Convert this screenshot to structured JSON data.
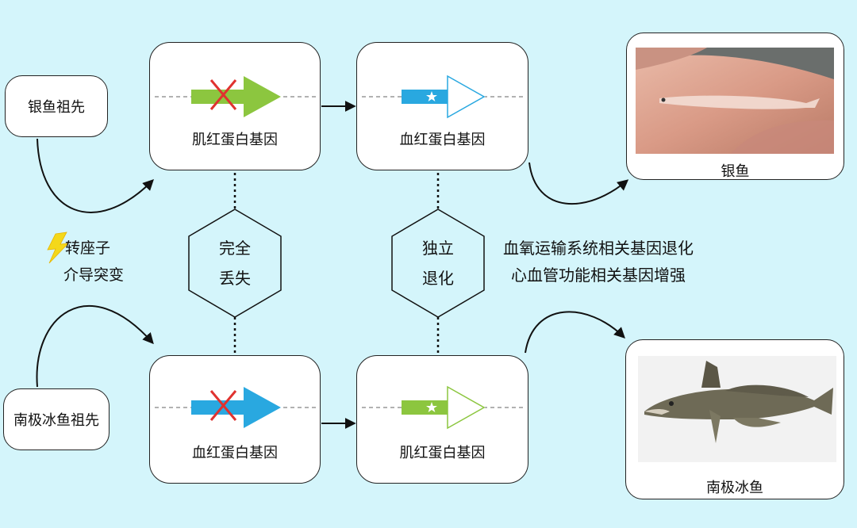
{
  "ancestors": {
    "top": "银鱼祖先",
    "bottom": "南极冰鱼祖先"
  },
  "transposon": {
    "line1": "转座子",
    "line2": "介导突变"
  },
  "genes": {
    "top_left": "肌红蛋白基因",
    "top_right": "血红蛋白基因",
    "bottom_left": "血红蛋白基因",
    "bottom_right": "肌红蛋白基因"
  },
  "hexagons": {
    "left_line1": "完全",
    "left_line2": "丢失",
    "right_line1": "独立",
    "right_line2": "退化"
  },
  "effects": {
    "line1": "血氧运输系统相关基因退化",
    "line2": "心血管功能相关基因增强"
  },
  "fish": {
    "top": "银鱼",
    "bottom": "南极冰鱼"
  },
  "colors": {
    "background": "#d4f5fb",
    "green_gene": "#8cc63f",
    "blue_gene": "#29a8e0",
    "cross": "#e0322f",
    "bolt": "#f4d81a"
  }
}
